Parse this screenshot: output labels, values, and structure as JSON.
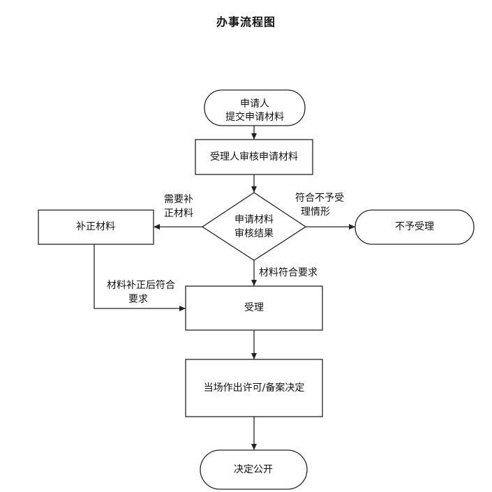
{
  "title": "办事流程图",
  "nodes": {
    "start": [
      "申请人",
      "提交申请材料"
    ],
    "review": [
      "受理人审核申请材料"
    ],
    "decision": [
      "申请材料",
      "审核结果"
    ],
    "supplement": [
      "补正材料"
    ],
    "reject": [
      "不予受理"
    ],
    "accept": [
      "受理"
    ],
    "permit": [
      "当场作出许可/备案决定"
    ],
    "publish": [
      "决定公开"
    ]
  },
  "edges": {
    "need_supplement": [
      "需要补",
      "正材料"
    ],
    "not_accept": [
      "符合不予受",
      "理情形"
    ],
    "meets": [
      "材料符合要求"
    ],
    "after_supplement": [
      "材料补正后符合",
      "要求"
    ]
  }
}
